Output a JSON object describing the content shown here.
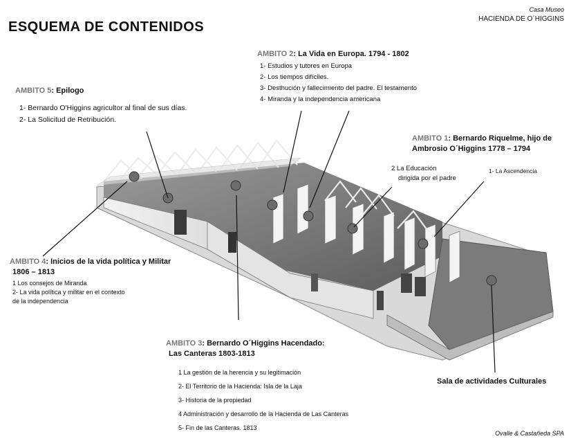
{
  "header": {
    "title": "ESQUEMA DE CONTENIDOS",
    "brand_line1": "Casa Museo",
    "brand_line2": "HACIENDA DE O´HIGGINS"
  },
  "footer": {
    "credit": "Ovalle & Castañeda SPA"
  },
  "ambitos": {
    "a5": {
      "prefix": "AMBITO 5",
      "title": ": Epilogo",
      "items": [
        "1- Bernardo O'Higgins agricultor al final de sus días.",
        "2- La Solicitud de Retribución."
      ]
    },
    "a2": {
      "prefix": "AMBITO 2",
      "title": ": La Vida en Europa. 1794 - 1802",
      "items": [
        "1- Estudios y tutores en Europa",
        "2- Los tiempos difíciles.",
        "3- Desthución y fallecimiento del padre. El testamento",
        "4- Miranda y la independencia americana"
      ]
    },
    "a1": {
      "prefix": "AMBITO 1",
      "title": ": Bernardo Riquelme, hijo de",
      "title2": "Ambrosio O´Higgins 1778 – 1794",
      "item_education": "2  La Educación",
      "item_education2": "dirigida por el padre",
      "item_ascendencia": "1- La Ascendencia"
    },
    "a4": {
      "prefix": "AMBITO 4",
      "title": ": Inicios de la vida política y Militar",
      "title2": "1806 – 1813",
      "items": [
        "1  Los consejos de Miranda",
        "2- La vida política y militar en el contexto",
        "de la independencia"
      ]
    },
    "a3": {
      "prefix": "AMBITO 3",
      "title": ": Bernardo O´Higgins Hacendado:",
      "title2": "Las Canteras 1803-1813",
      "items": [
        "1  La gestión de la herencia y su legitimación",
        "2- El Territorio de la Hacienda: Isla de la Laja",
        "3- Historia de la propiedad",
        "4   Administración y desarrollo de la Hacienda de Las Canteras",
        "5- Fin de las Canteras. 1813"
      ]
    }
  },
  "sala": {
    "label": "Sala de actividades Culturales"
  },
  "colors": {
    "ambito_prefix": "#777777",
    "building_light": "#e6e6e6",
    "building_dark": "#6f6f6f"
  }
}
